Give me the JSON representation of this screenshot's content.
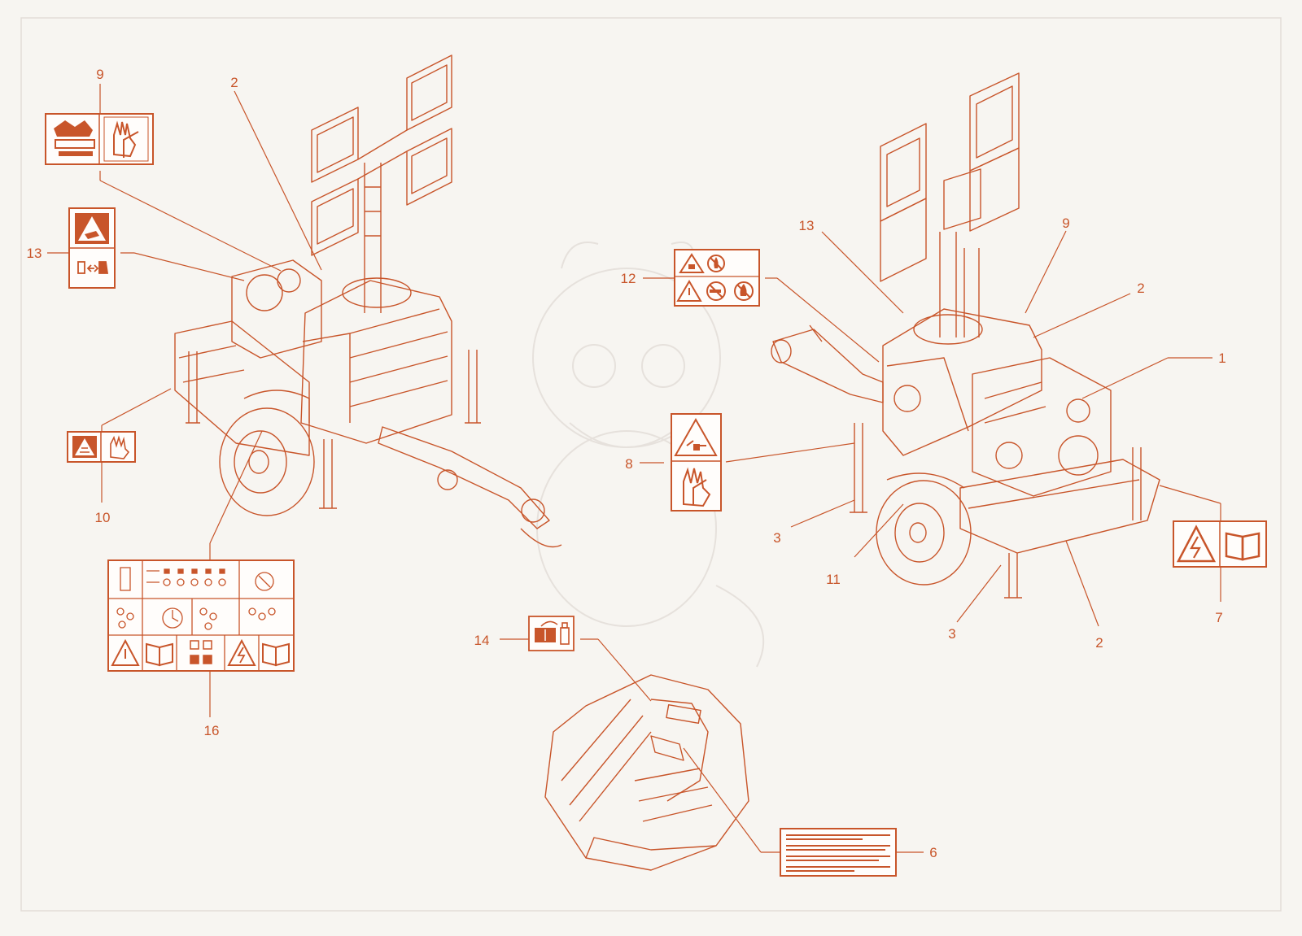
{
  "diagram": {
    "accent_color": "#c8552a",
    "watermark_color": "#e6e1dc",
    "callout_numbers": {
      "c9": "9",
      "c2a": "2",
      "c13a": "13",
      "c10": "10",
      "c16": "16",
      "c13b": "13",
      "c9b": "9",
      "c2b": "2",
      "c1": "1",
      "c12": "12",
      "c8": "8",
      "c3a": "3",
      "c11": "11",
      "c3b": "3",
      "c2c": "2",
      "c7": "7",
      "c14": "14",
      "c6": "6"
    },
    "labels": [
      {
        "id": "label-9",
        "icons": [
          "hot-parts-warning-icon",
          "protective-gloves-icon"
        ]
      },
      {
        "id": "label-13",
        "icons": [
          "hand-crush-warning-icon",
          "keep-hands-clear-icon"
        ]
      },
      {
        "id": "label-10",
        "icons": [
          "hot-surface-warning-icon",
          "protective-gloves-icon"
        ]
      },
      {
        "id": "label-16",
        "icons": [
          "control-panel-pictogram-icon",
          "general-warning-icon",
          "read-manual-icon",
          "switch-sequence-icon",
          "electric-shock-icon"
        ]
      },
      {
        "id": "label-12",
        "icons": [
          "exhaust-warning-icon",
          "no-fire-icon",
          "general-warning-icon",
          "no-smoking-icon",
          "no-flame-icon"
        ]
      },
      {
        "id": "label-8",
        "icons": [
          "corrosive-battery-warning-icon",
          "protective-gloves-icon"
        ]
      },
      {
        "id": "label-7",
        "icons": [
          "electric-shock-icon",
          "read-manual-icon"
        ]
      },
      {
        "id": "label-14",
        "icons": [
          "manual-holder-icon",
          "spray-can-icon"
        ]
      },
      {
        "id": "label-6",
        "icons": [
          "multilingual-instruction-text-block"
        ]
      }
    ]
  }
}
